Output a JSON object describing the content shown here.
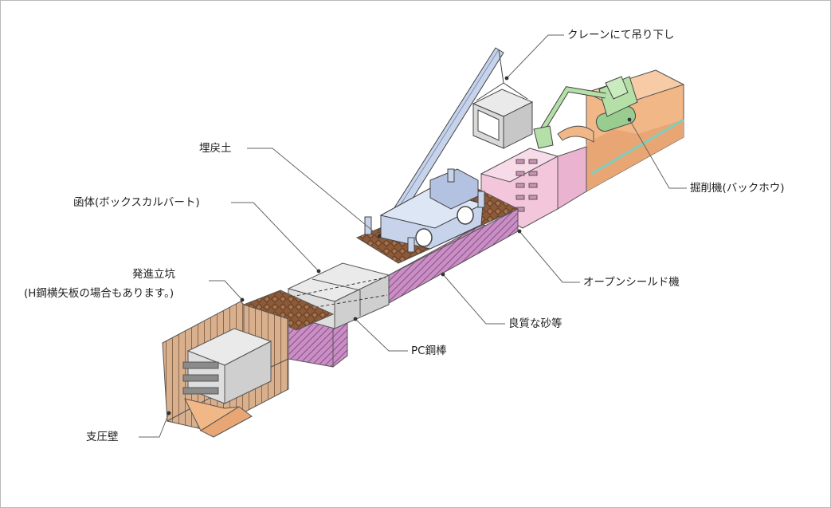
{
  "labels": {
    "crane_lift": "クレーンにて吊り下し",
    "backfill": "埋戻土",
    "excavator": "掘削機(バックホウ)",
    "box_culvert": "函体(ボックスカルバート)",
    "launch_shaft": "発進立坑",
    "launch_shaft_note": "(H鋼横矢板の場合もあります。)",
    "open_shield": "オープンシールド機",
    "good_sand": "良質な砂等",
    "pc_steel_bar": "PC鋼棒",
    "support_wall": "支圧壁"
  },
  "colors": {
    "soil_pink": "#c98fc4",
    "backfill_brown": "#8a5a3a",
    "box_gray": "#d9d9d9",
    "crane_blue": "#c6d3ea",
    "excavator_green": "#b4e0a8",
    "ground_orange": "#f2b787",
    "shield_pink": "#f3c6dc",
    "sheet_pile_tan": "#d9b08e"
  }
}
